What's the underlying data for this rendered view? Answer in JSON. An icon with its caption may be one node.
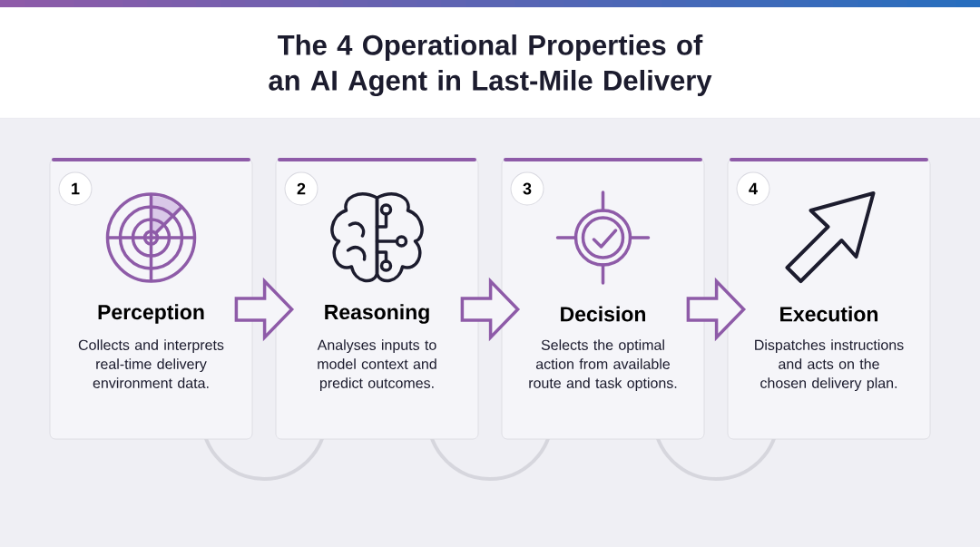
{
  "diagram": {
    "title": "The 4 Operational Properties of an AI Agent in Last-Mile Delivery",
    "nodes": [
      {
        "text": [
          "Perception",
          "Collects and interprets real-time delivery environment data."
        ]
      },
      {
        "text": [
          "1"
        ],
        "in": 0
      },
      {
        "text": [
          "Reasoning",
          "Analyses inputs to model context and predict outcomes."
        ]
      },
      {
        "text": [
          "2"
        ],
        "in": 2
      },
      {
        "text": [
          "Decision",
          "Selects the optimal action from available route and task options."
        ]
      },
      {
        "text": [
          "3"
        ],
        "in": 4
      },
      {
        "text": [
          "Execution",
          "Dispatches instructions and acts on the chosen delivery plan."
        ]
      },
      {
        "text": [
          "4"
        ],
        "in": 6
      }
    ],
    "edges": [
      {
        "from": 0,
        "to": 2,
        "arrow": "to"
      },
      {
        "from": 2,
        "to": 4,
        "arrow": "to"
      },
      {
        "from": 4,
        "to": 6,
        "arrow": "to"
      }
    ]
  }
}
